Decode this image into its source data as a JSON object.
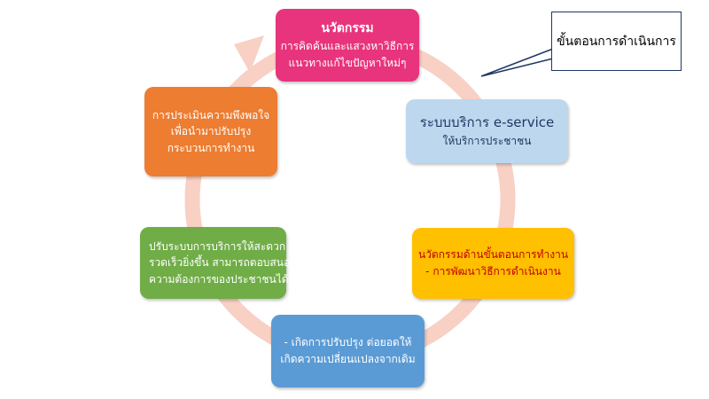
{
  "colors": {
    "ring": "#f8d0c4",
    "innovation": "#e8347c",
    "eservice": "#bdd7ee",
    "process": "#ffc000",
    "improve": "#5b9bd5",
    "service": "#70ad47",
    "evaluation": "#ed7d31",
    "callout_border": "#1f3864"
  },
  "callout": {
    "text": "ขั้นตอนการดำเนินการ"
  },
  "steps": [
    {
      "key": "innovation",
      "lines": [
        "นวัตกรรม",
        "การคิดค้นและแสวงหาวิธีการ",
        "แนวทางแก้ไขปัญหาใหม่ๆ"
      ]
    },
    {
      "key": "eservice",
      "lines": [
        "ระบบบริการ e-service",
        "ให้บริการประชาชน"
      ]
    },
    {
      "key": "process",
      "lines": [
        "นวัตกรรมด้านขั้นตอนการทำงาน",
        "- การพัฒนาวิธีการดำเนินงาน"
      ]
    },
    {
      "key": "improve",
      "lines": [
        "- เกิดการปรับปรุง ต่อยอดให้",
        "เกิดความเปลี่ยนแปลงจากเดิม"
      ]
    },
    {
      "key": "service",
      "lines": [
        "ปรับระบบการบริการให้สะดวก",
        "รวดเร็วยิ่งขึ้น สามารถตอบสนอง",
        "ความต้องการของประชาชนได้ดี"
      ]
    },
    {
      "key": "evaluation",
      "lines": [
        "การประเมินความพึงพอใจ",
        "เพื่อนำมาปรับปรุง",
        "กระบวนการทำงาน"
      ]
    }
  ]
}
